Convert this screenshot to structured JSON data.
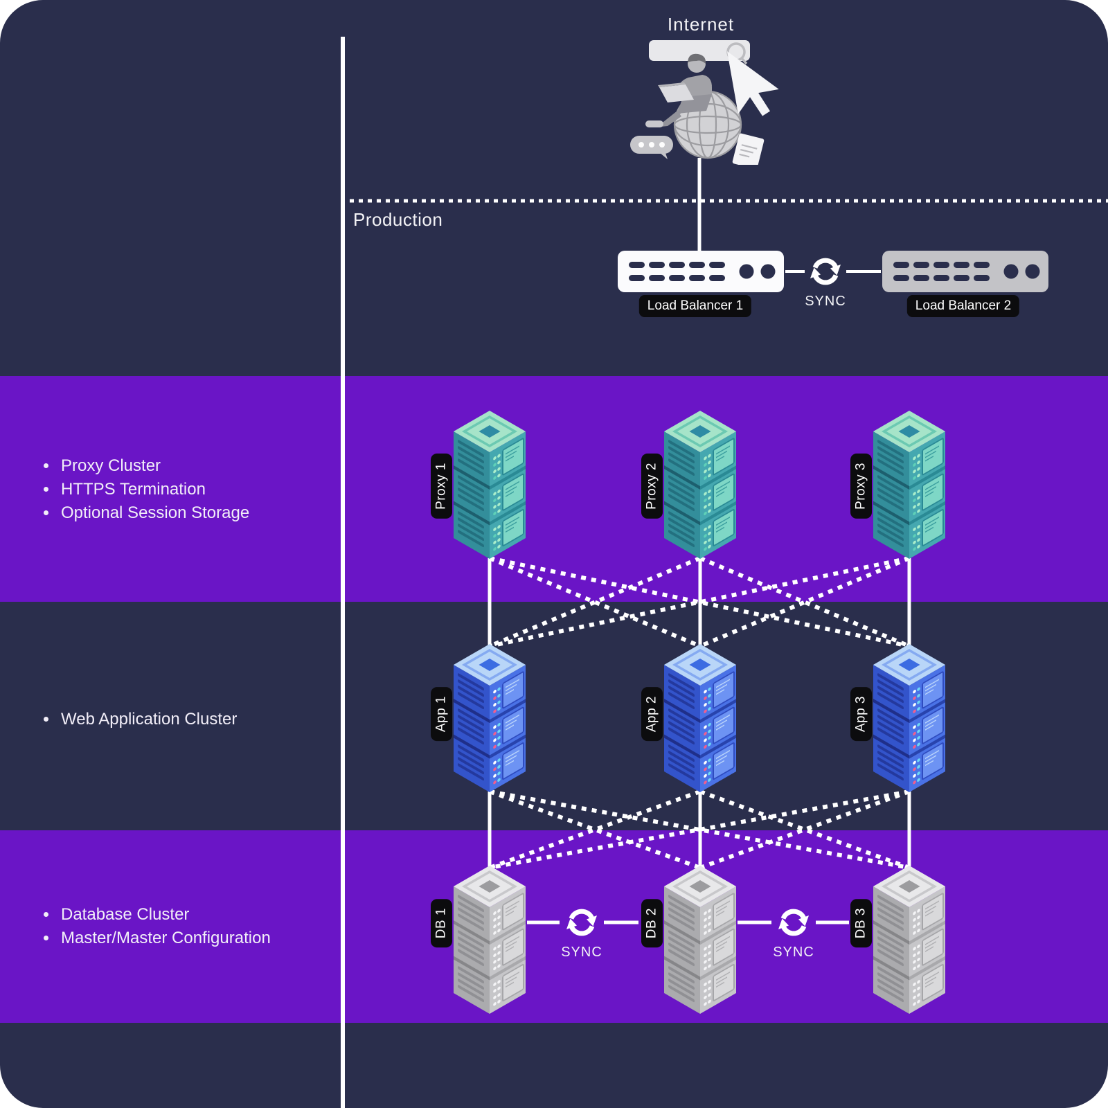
{
  "header": {
    "internet_label": "Internet",
    "production_label": "Production"
  },
  "load_balancer_row": {
    "lb1_label": "Load Balancer 1",
    "lb2_label": "Load Balancer 2",
    "sync_label": "SYNC"
  },
  "proxy_tier": {
    "servers": [
      {
        "label": "Proxy 1"
      },
      {
        "label": "Proxy 2"
      },
      {
        "label": "Proxy 3"
      }
    ],
    "notes": [
      "Proxy Cluster",
      "HTTPS Termination",
      "Optional Session Storage"
    ]
  },
  "web_tier": {
    "servers": [
      {
        "label": "App 1"
      },
      {
        "label": "App 2"
      },
      {
        "label": "App 3"
      }
    ],
    "notes": [
      "Web Application Cluster"
    ]
  },
  "db_tier": {
    "servers": [
      {
        "label": "DB 1"
      },
      {
        "label": "DB 2"
      },
      {
        "label": "DB 3"
      }
    ],
    "notes": [
      "Database Cluster",
      "Master/Master Configuration"
    ],
    "sync_labels": [
      "SYNC",
      "SYNC"
    ]
  },
  "colors": {
    "background_dark": "#2a2e4c",
    "band_purple": "#6a15c6",
    "label_pill_bg": "#0c0c0e",
    "text_light": "#f2eef8",
    "line_white": "#ffffff",
    "lb1_fill": "#fbfbfd",
    "lb2_fill": "#c3c3c7",
    "schemes": {
      "proxy": {
        "top": "#a6e4c9",
        "ring": "#6cc9b2",
        "core": "#2e8ba4",
        "face_l": "#338e9b",
        "stripe": "#23707f",
        "sep_l": "#1d5f6e",
        "face_r": "#45a8b0",
        "screen": "#7ed7c6",
        "screen_b": "#2a8a95",
        "screen_t": "#3c9f9f",
        "sep_r": "#2a8a95",
        "dot1": "#a9eecb",
        "dot2": "#5fd0b8",
        "dot3": "#a9eecb"
      },
      "app": {
        "top": "#b9d6f8",
        "ring": "#85aaf1",
        "core": "#3c6ce2",
        "face_l": "#3354cb",
        "stripe": "#24399e",
        "sep_l": "#1f2f8a",
        "face_r": "#4a72e6",
        "screen": "#6d93f3",
        "screen_b": "#2f4cc0",
        "screen_t": "#b9d3fa",
        "sep_r": "#2843ad",
        "dot1": "#ffffff",
        "dot2": "#ef5f90",
        "dot3": "#6ed8f5"
      },
      "db": {
        "top": "#e8e8ea",
        "ring": "#c8c8cb",
        "core": "#9c9c9f",
        "face_l": "#ababae",
        "stripe": "#909094",
        "sep_l": "#868689",
        "face_r": "#c6c6c9",
        "screen": "#d9d9db",
        "screen_b": "#a6a6a9",
        "screen_t": "#b0b0b3",
        "sep_r": "#a9a9ac",
        "dot1": "#f4f4f6",
        "dot2": "#f4f4f6",
        "dot3": "#f4f4f6"
      }
    }
  }
}
